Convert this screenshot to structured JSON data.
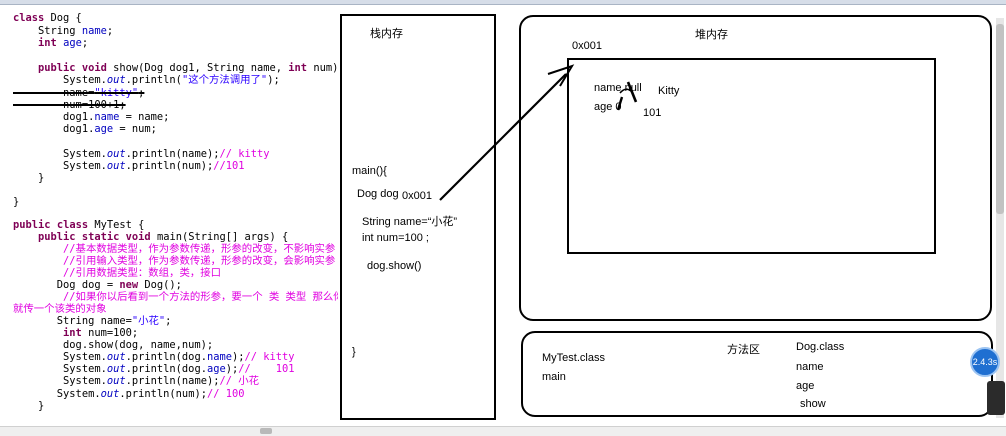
{
  "code": {
    "l01": {
      "a": "class",
      "b": " Dog {"
    },
    "l02": {
      "a": "    String ",
      "b": "name",
      "c": ";"
    },
    "l03": {
      "a": "    ",
      "b": "int",
      "c": " ",
      "d": "age",
      "e": ";"
    },
    "l05": {
      "a": "    ",
      "b": "public",
      "c": " ",
      "d": "void",
      "e": " show(Dog dog1, String name, ",
      "f": "int",
      "g": " num) {"
    },
    "l06": {
      "a": "        System.",
      "b": "out",
      "c": ".println(",
      "d": "\"这个方法调用了\"",
      "e": ");"
    },
    "l07": {
      "a": "        name=",
      "b": "\"kitty\"",
      "c": ";"
    },
    "l08": {
      "a": "        num=100+1;"
    },
    "l09": {
      "a": "        dog1.",
      "b": "name",
      "c": " = name;"
    },
    "l10": {
      "a": "        dog1.",
      "b": "age",
      "c": " = num;"
    },
    "l12": {
      "a": "        System.",
      "b": "out",
      "c": ".println(name);",
      "d": "// kitty"
    },
    "l13": {
      "a": "        System.",
      "b": "out",
      "c": ".println(num);",
      "d": "//101"
    },
    "l14": {
      "a": "    }"
    },
    "l16": {
      "a": "}"
    },
    "l18": {
      "a": "public",
      "b": " ",
      "c": "class",
      "d": " MyTest {"
    },
    "l19": {
      "a": "    ",
      "b": "public",
      "c": " ",
      "d": "static",
      "e": " ",
      "f": "void",
      "g": " main(String[] args) {"
    },
    "l20": {
      "a": "        //基本数据类型，作为参数传递，形参的改变，不影响实参"
    },
    "l21": {
      "a": "        //引用输入类型，作为参数传递，形参的改变，会影响实参"
    },
    "l22": {
      "a": "        //引用数据类型：数组，类，接口"
    },
    "l23": {
      "a": "       Dog dog = ",
      "b": "new",
      "c": " Dog();"
    },
    "l24": {
      "a": "        //如果你以后看到一个方法的形参，要一个 类 类型 那么你"
    },
    "l25": {
      "a": "就传一个该类的对象"
    },
    "l26": {
      "a": "       String name=",
      "b": "\"小花\"",
      "c": ";"
    },
    "l27": {
      "a": "        ",
      "b": "int",
      "c": " num=100;"
    },
    "l28": {
      "a": "        dog.show(dog, name,num);"
    },
    "l29": {
      "a": "        System.",
      "b": "out",
      "c": ".println(dog.",
      "d": "name",
      "e": ");",
      "f": "// kitty"
    },
    "l30": {
      "a": "        System.",
      "b": "out",
      "c": ".println(dog.",
      "d": "age",
      "e": ");",
      "f": "//    101"
    },
    "l31": {
      "a": "        System.",
      "b": "out",
      "c": ".println(name);",
      "d": "// 小花"
    },
    "l32": {
      "a": "       System.",
      "b": "out",
      "c": ".println(num);",
      "d": "// 100"
    },
    "l33": {
      "a": "    }"
    }
  },
  "stack": {
    "title": "栈内存",
    "main_open": "main(){",
    "dog_decl": "Dog dog",
    "dog_ref": "0x001",
    "name_decl": "String name=“小花”",
    "num_decl": "int num=100 ;",
    "call": "dog.show()",
    "main_close": "}"
  },
  "heap": {
    "title": "堆内存",
    "address": "0x001",
    "field_name": "name null",
    "field_age": "age 0",
    "new_name": "Kitty",
    "new_age": "101"
  },
  "method_area": {
    "title": "方法区",
    "mytest": "MyTest.class",
    "main": "main",
    "dog_class": "Dog.class",
    "dog_name": "name",
    "dog_age": "age",
    "dog_show": "show"
  },
  "ui": {
    "badge": "2.4.3s"
  },
  "colors": {
    "keyword": "#7f0055",
    "field": "#0000c0",
    "string": "#2a00ff",
    "comment": "#e000e0"
  }
}
